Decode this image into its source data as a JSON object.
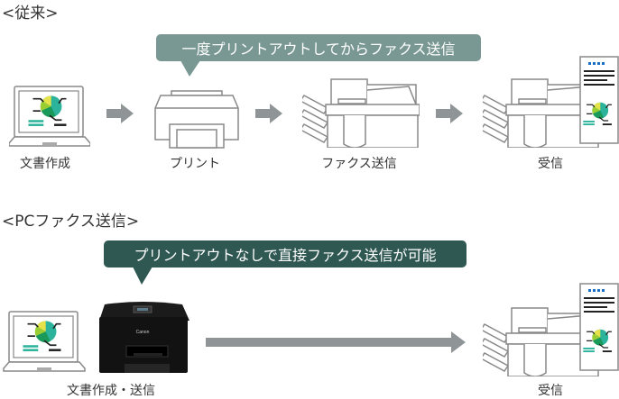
{
  "traditional": {
    "title": "<従来>",
    "bubble": "一度プリントアウトしてからファクス送信",
    "bubble_color": "#7a9893",
    "steps": [
      {
        "label": "文書作成",
        "icon": "laptop-icon"
      },
      {
        "label": "プリント",
        "icon": "printer-icon"
      },
      {
        "label": "ファクス送信",
        "icon": "fax-machine-icon"
      },
      {
        "label": "受信",
        "icon": "fax-machine-with-document-icon"
      }
    ]
  },
  "pc_fax": {
    "title": "<PCファクス送信>",
    "bubble": "プリントアウトなしで直接ファクス送信が可能",
    "bubble_color": "#2f5853",
    "steps": [
      {
        "label": "文書作成・送信",
        "icon": "laptop-and-printer-icon"
      },
      {
        "label": "受信",
        "icon": "fax-machine-with-document-icon"
      }
    ],
    "printer_brand": "Canon"
  },
  "arrow_color": "#8f9596",
  "chart_colors": [
    "#1a9a5a",
    "#2bb39b",
    "#9acd32",
    "#e6e34a"
  ]
}
